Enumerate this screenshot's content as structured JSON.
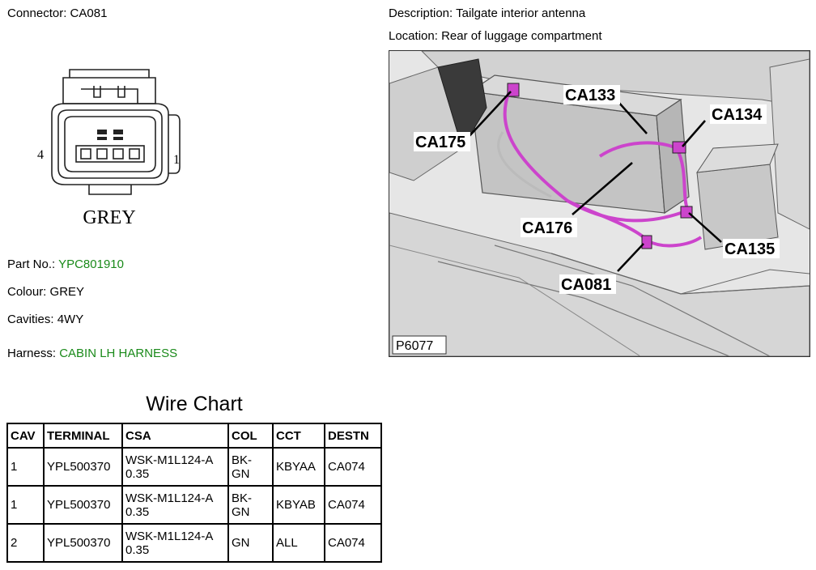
{
  "connector": {
    "label": "Connector:",
    "value": "CA081",
    "pin_left": "4",
    "pin_right": "1",
    "colour_text": "GREY"
  },
  "description": {
    "label": "Description:",
    "value": "Tailgate interior antenna"
  },
  "location": {
    "label": "Location:",
    "value": "Rear of luggage compartment"
  },
  "photo": {
    "callouts": [
      "CA133",
      "CA134",
      "CA175",
      "CA176",
      "CA081",
      "CA135"
    ],
    "ref": "P6077"
  },
  "details": {
    "part_no": {
      "label": "Part No.:",
      "value": "YPC801910"
    },
    "colour": {
      "label": "Colour:",
      "value": "GREY"
    },
    "cavities": {
      "label": "Cavities:",
      "value": "4WY"
    },
    "harness": {
      "label": "Harness:",
      "value": "CABIN LH HARNESS"
    }
  },
  "wire_chart": {
    "title": "Wire Chart",
    "headers": [
      "CAV",
      "TERMINAL",
      "CSA",
      "COL",
      "CCT",
      "DESTN"
    ],
    "rows": [
      [
        "1",
        "YPL500370",
        "WSK-M1L124-A 0.35",
        "BK-GN",
        "KBYAA",
        "CA074"
      ],
      [
        "1",
        "YPL500370",
        "WSK-M1L124-A 0.35",
        "BK-GN",
        "KBYAB",
        "CA074"
      ],
      [
        "2",
        "YPL500370",
        "WSK-M1L124-A 0.35",
        "GN",
        "ALL",
        "CA074"
      ]
    ]
  },
  "colors": {
    "link_green": "#1a8a1a",
    "harness_magenta": "#cc44cc"
  }
}
